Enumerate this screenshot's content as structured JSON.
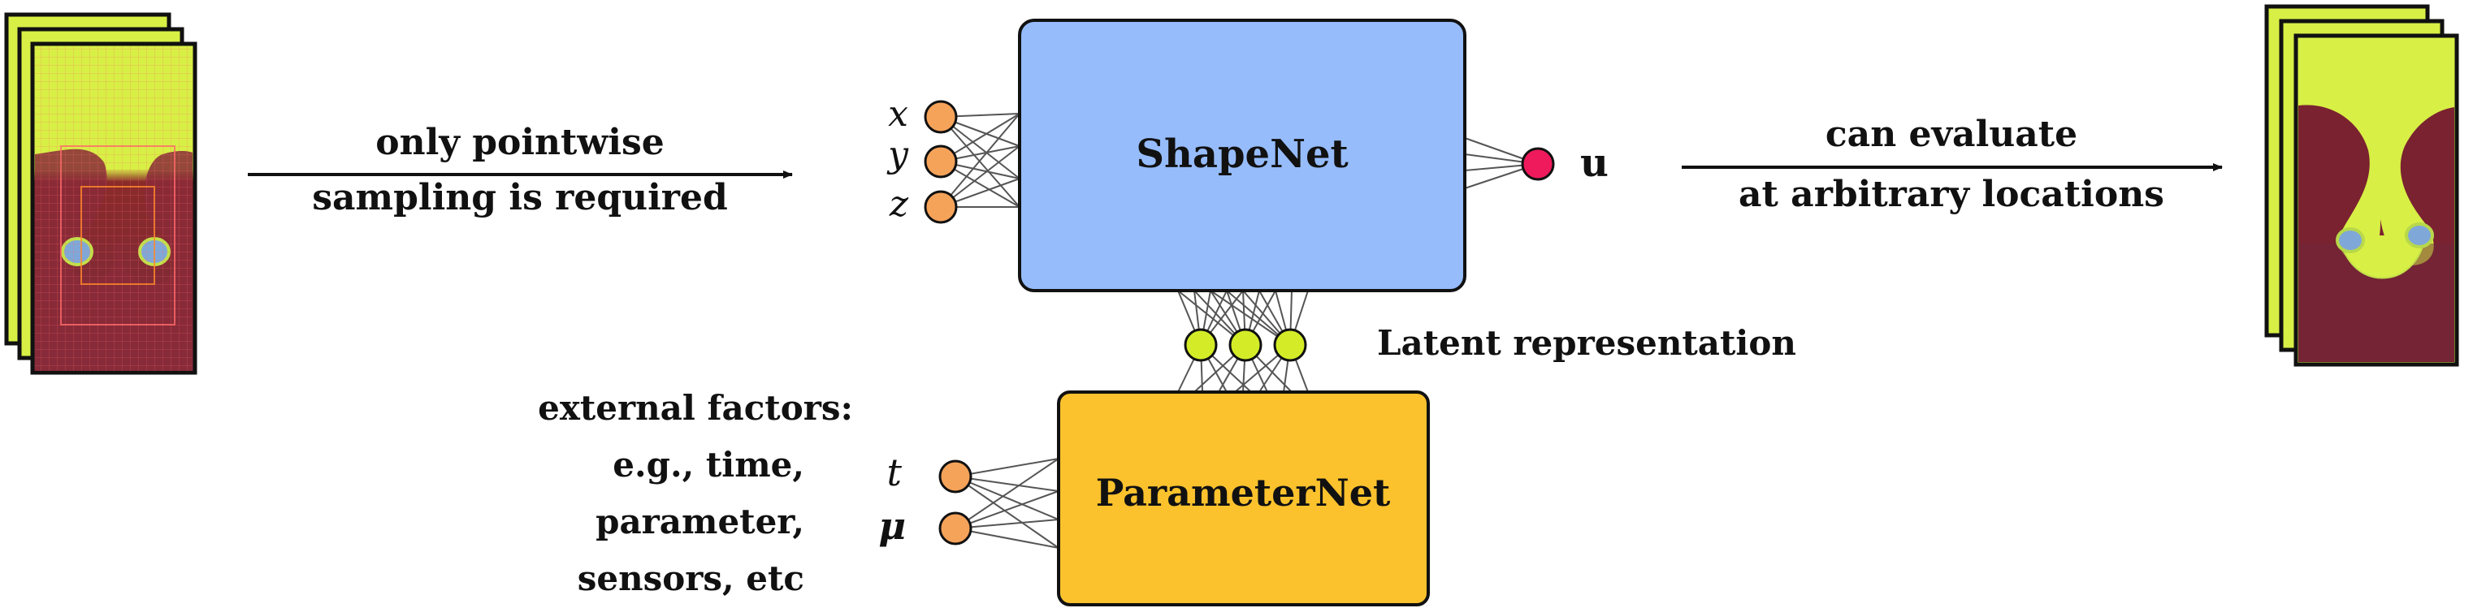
{
  "left_arrow": {
    "line1": "only pointwise",
    "line2": "sampling is required"
  },
  "right_arrow": {
    "line1": "can evaluate",
    "line2": "at arbitrary locations"
  },
  "shapenet": {
    "label": "ShapeNet",
    "inputs": [
      "x",
      "y",
      "z"
    ],
    "output": "u",
    "color": "#96bcfb"
  },
  "parameternet": {
    "label": "ParameterNet",
    "inputs": [
      "t",
      "μ"
    ],
    "color": "#fbc22d"
  },
  "latent": {
    "label": "Latent representation",
    "color": "#d4ec28"
  },
  "external_factors": {
    "lines": [
      "external factors:",
      "e.g., time,",
      "parameter,",
      "sensors, etc"
    ]
  },
  "colors": {
    "input_node": "#f6a35a",
    "output_node": "#ef1a5c",
    "field_top": "#d8ef45",
    "field_bottom": "#7a2a36"
  }
}
